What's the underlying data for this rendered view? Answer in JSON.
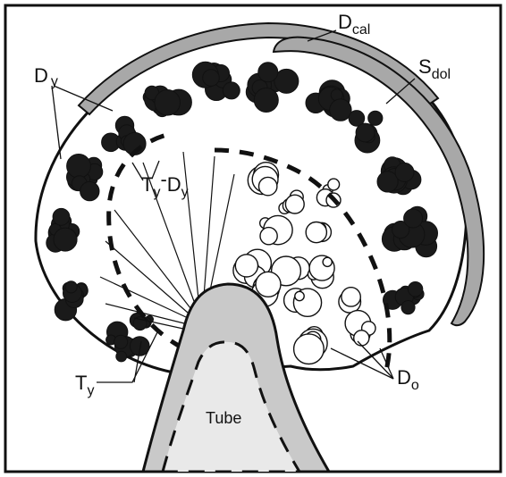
{
  "diagram": {
    "labels": {
      "d_cal": {
        "main": "D",
        "sub": "cal"
      },
      "s_dol": {
        "main": "S",
        "sub": "dol"
      },
      "d_y": {
        "main": "D",
        "sub": "y"
      },
      "ty_dy": {
        "t": "T",
        "t_sub": "y",
        "sep": "-",
        "d": "D",
        "d_sub": "y"
      },
      "t_y": {
        "main": "T",
        "sub": "y"
      },
      "d_o": {
        "main": "D",
        "sub": "o"
      },
      "tube": "Tube"
    },
    "colors": {
      "outline": "#111111",
      "dark_cells": "#1a1a1a",
      "open_cells": "#ffffff",
      "cap_band": "#a8a8a8",
      "papilla": "#c9c9c9",
      "tube_lumen": "#e9e9e9",
      "background": "#ffffff"
    }
  }
}
